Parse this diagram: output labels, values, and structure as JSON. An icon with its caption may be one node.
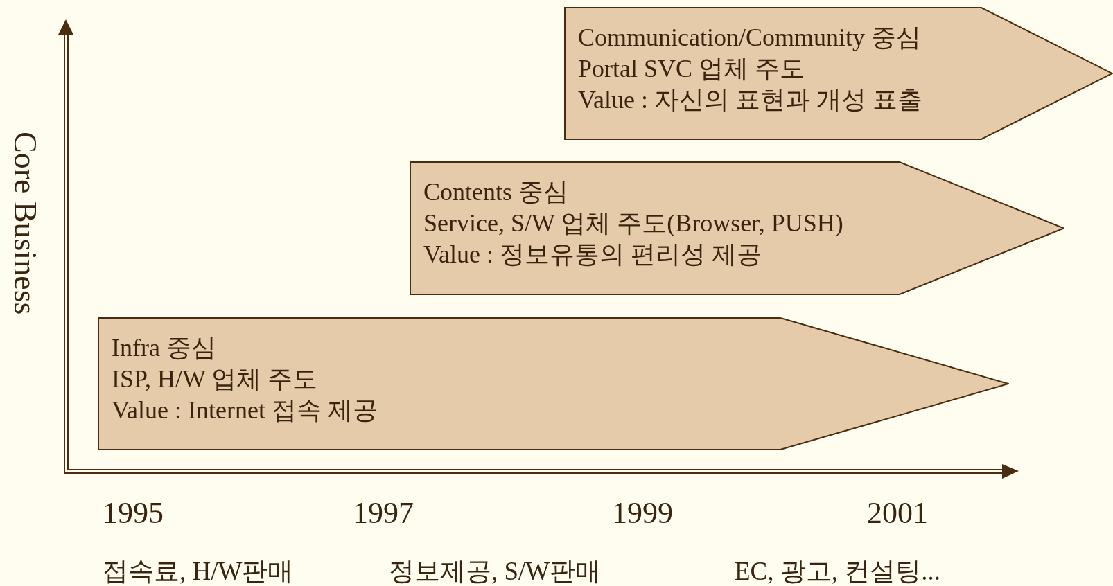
{
  "diagram": {
    "nodes": [
      {
        "text": [
          "Communication/Community 중심",
          "Portal SVC 업체 주도",
          "Value : 자신의 표현과 개성 표출"
        ]
      },
      {
        "text": [
          "Contents 중심",
          "Service, S/W 업체 주도(Browser, PUSH)",
          "Value : 정보유통의 편리성 제공"
        ]
      },
      {
        "text": [
          "Infra 중심",
          "ISP, H/W 업체 주도",
          "Value : Internet 접속 제공"
        ]
      }
    ],
    "labels": [
      "Core Business",
      "1995",
      "1997",
      "1999",
      "2001",
      "접속료, H/W판매",
      "정보제공, S/W판매",
      "EC, 광고, 컨설팅..."
    ]
  }
}
